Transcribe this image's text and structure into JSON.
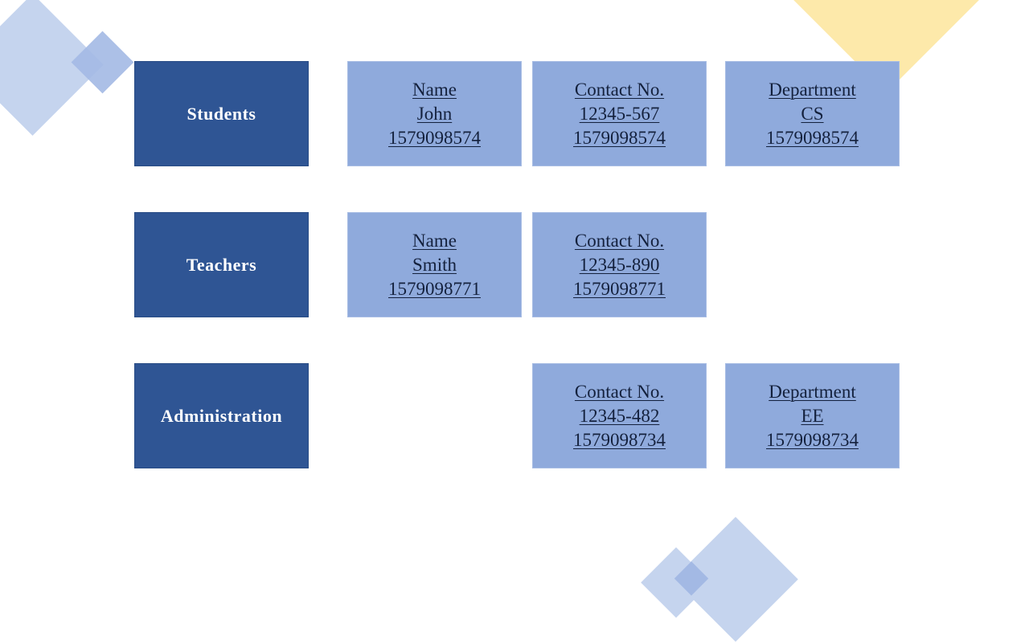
{
  "rows": [
    {
      "header": "Students",
      "cells": [
        {
          "label": "Name",
          "value": "John",
          "id": "1579098574"
        },
        {
          "label": "Contact No.",
          "value": "12345-567",
          "id": "1579098574"
        },
        {
          "label": "Department",
          "value": "CS",
          "id": "1579098574"
        }
      ]
    },
    {
      "header": "Teachers",
      "cells": [
        {
          "label": "Name",
          "value": "Smith",
          "id": "1579098771"
        },
        {
          "label": "Contact No.",
          "value": "12345-890",
          "id": "1579098771"
        }
      ]
    },
    {
      "header": "Administration",
      "cells": [
        {
          "label": "Contact No.",
          "value": "12345-482",
          "id": "1579098734"
        },
        {
          "label": "Department",
          "value": "EE",
          "id": "1579098734"
        }
      ]
    }
  ],
  "colors": {
    "header_fill": "#2f5594",
    "cell_fill": "#8faadc",
    "decor_blue": "#c5d4ee",
    "decor_blue_dark": "#a3b9e4",
    "decor_yellow": "#fde9aa"
  }
}
